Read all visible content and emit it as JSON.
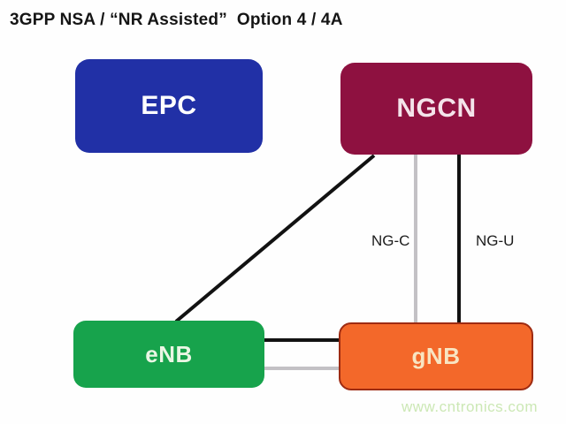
{
  "title": "3GPP NSA / “NR Assisted”  Option 4 / 4A",
  "diagram": {
    "nodes": [
      {
        "id": "epc",
        "label": "EPC",
        "color": "#2130a6",
        "text_color": "#ffffff"
      },
      {
        "id": "ngcn",
        "label": "NGCN",
        "color": "#8e1140",
        "text_color": "#f4e3ea"
      },
      {
        "id": "enb",
        "label": "eNB",
        "color": "#17a34c",
        "text_color": "#eaf6e4"
      },
      {
        "id": "gnb",
        "label": "gNB",
        "color": "#f3682a",
        "text_color": "#f8e5c2",
        "border_color": "#9e2b12"
      }
    ],
    "edges": [
      {
        "name": "ngcn-enb-diagonal",
        "from": "NGCN",
        "to": "eNB",
        "label": "",
        "color": "#121212"
      },
      {
        "name": "ngcn-gnb-control",
        "from": "NGCN",
        "to": "gNB",
        "label": "NG-C",
        "color": "#c3c1c5"
      },
      {
        "name": "ngcn-gnb-user",
        "from": "NGCN",
        "to": "gNB",
        "label": "NG-U",
        "color": "#121212"
      },
      {
        "name": "enb-gnb-top",
        "from": "eNB",
        "to": "gNB",
        "label": "",
        "color": "#121212"
      },
      {
        "name": "enb-gnb-bottom",
        "from": "eNB",
        "to": "gNB",
        "label": "",
        "color": "#c3c1c5"
      }
    ]
  },
  "watermark": {
    "text": "www.cntronics.com",
    "color": "#cce8b5"
  }
}
